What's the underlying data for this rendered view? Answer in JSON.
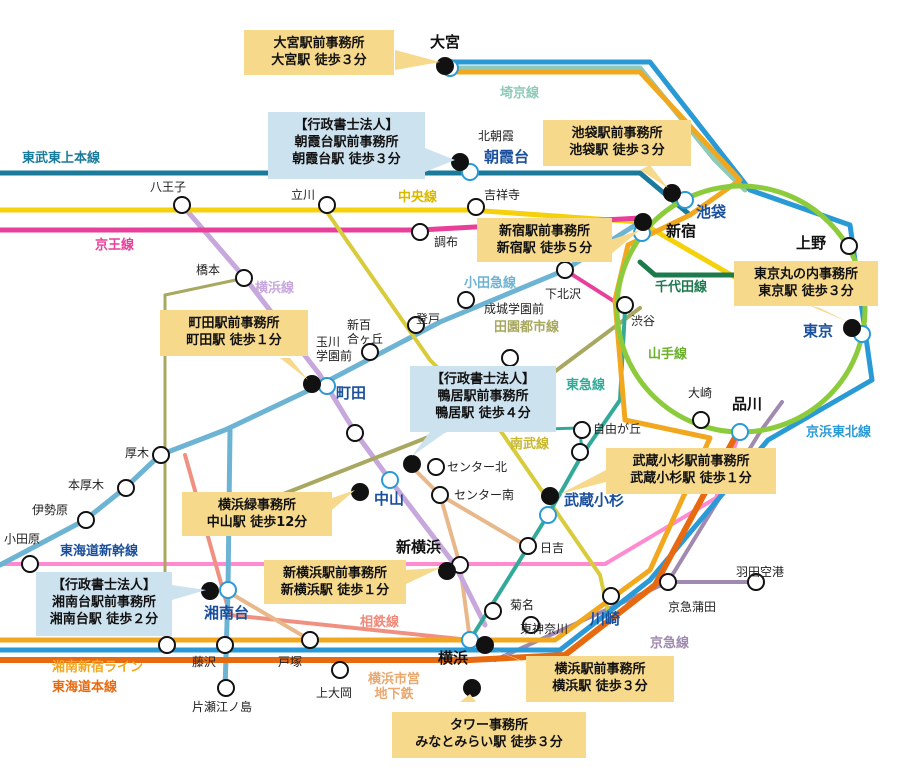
{
  "stations": {
    "omiya": "大宮",
    "kitaasaka": "北朝霞",
    "asakadai": "朝霞台",
    "ikebukuro": "池袋",
    "shinjuku": "新宿",
    "ueno": "上野",
    "tokyo": "東京",
    "hachioji": "八王子",
    "tachikawa": "立川",
    "kichijoji": "吉祥寺",
    "chofu": "調布",
    "hashimoto": "橋本",
    "shimokitazawa": "下北沢",
    "seijogakuenmae": "成城学園前",
    "noborito": "登戸",
    "shibuya": "渋谷",
    "shinyurigaoka": "新百\n合ヶ丘",
    "tamagakuenmae": "玉川\n学園前",
    "machida": "町田",
    "osaki": "大崎",
    "shinagawa": "品川",
    "jiyugaoka": "自由が丘",
    "centerkita": "センター北",
    "centerminami": "センター南",
    "musashikosugi": "武蔵小杉",
    "atsugi": "厚木",
    "honatsugi": "本厚木",
    "isehara": "伊勢原",
    "odawara": "小田原",
    "nakayama": "中山",
    "hiyoshi": "日吉",
    "shinyokohama": "新横浜",
    "haneda": "羽田空港",
    "kamata": "京急蒲田",
    "kikuna": "菊名",
    "higashikanagawa": "東神奈川",
    "kawasaki": "川崎",
    "shonandai": "湘南台",
    "fujisawa": "藤沢",
    "totsuka": "戸塚",
    "kamiooka": "上大岡",
    "yokohama": "横浜",
    "katase": "片瀬江ノ島"
  },
  "lines": {
    "saikyo": "埼京線",
    "tobutojo": "東武東上本線",
    "chuo": "中央線",
    "keio": "京王線",
    "odakyu": "小田急線",
    "chiyoda": "千代田線",
    "yokohama": "横浜線",
    "denentoshi": "田園都市線",
    "yamanote": "山手線",
    "toyoko": "東急線",
    "nanbu": "南武線",
    "keihintohoku": "京浜東北線",
    "tokaido_shinkansen": "東海道新幹線",
    "sotetsu": "相鉄線",
    "keikyu": "京急線",
    "subway": "横浜市営\n地下鉄",
    "shonanshinjuku": "湘南新宿ライン",
    "tokaido": "東海道本線"
  },
  "offices": [
    {
      "l1": "大宮駅前事務所",
      "l2": "大宮駅 徒歩３分"
    },
    {
      "l0": "【行政書士法人】",
      "l1": "朝霞台駅前事務所",
      "l2": "朝霞台駅 徒歩３分"
    },
    {
      "l1": "池袋駅前事務所",
      "l2": "池袋駅 徒歩３分"
    },
    {
      "l1": "新宿駅前事務所",
      "l2": "新宿駅 徒歩５分"
    },
    {
      "l1": "東京丸の内事務所",
      "l2": "東京駅 徒歩３分"
    },
    {
      "l1": "町田駅前事務所",
      "l2": "町田駅 徒歩１分"
    },
    {
      "l0": "【行政書士法人】",
      "l1": "鴨居駅前事務所",
      "l2": "鴨居駅 徒歩４分"
    },
    {
      "l1": "武蔵小杉駅前事務所",
      "l2": "武蔵小杉駅 徒歩１分"
    },
    {
      "l1": "横浜緑事務所",
      "l2": "中山駅 徒歩12分"
    },
    {
      "l1": "新横浜駅前事務所",
      "l2": "新横浜駅 徒歩１分"
    },
    {
      "l0": "【行政書士法人】",
      "l1": "湘南台駅前事務所",
      "l2": "湘南台駅 徒歩２分"
    },
    {
      "l1": "横浜駅前事務所",
      "l2": "横浜駅 徒歩３分"
    },
    {
      "l1": "タワー事務所",
      "l2": "みなとみらい駅 徒歩３分"
    }
  ],
  "colors": {
    "tobutojo": "#1a7a9c",
    "saikyo": "#8fc9b8",
    "chuo": "#f5d10c",
    "keio": "#e8409a",
    "odakyu": "#6db4d4",
    "chiyoda": "#1d7a4d",
    "yamanote": "#8ccc3c",
    "yokohama": "#c7a8dc",
    "denentoshi": "#a8a860",
    "nanbu": "#d9cc3c",
    "toyoko": "#33aa99",
    "keihintohoku": "#2a9ad6",
    "shonanshinjuku": "#f2a81e",
    "tokaido": "#e86a10",
    "shinkansen": "#ff80c8",
    "sotetsu": "#f08a7a",
    "keikyu": "#a08ab0",
    "subway": "#e8b88a",
    "office_dot": "#111111",
    "office_box": "#f7d98c",
    "office_box_blue": "#cde2ef"
  }
}
